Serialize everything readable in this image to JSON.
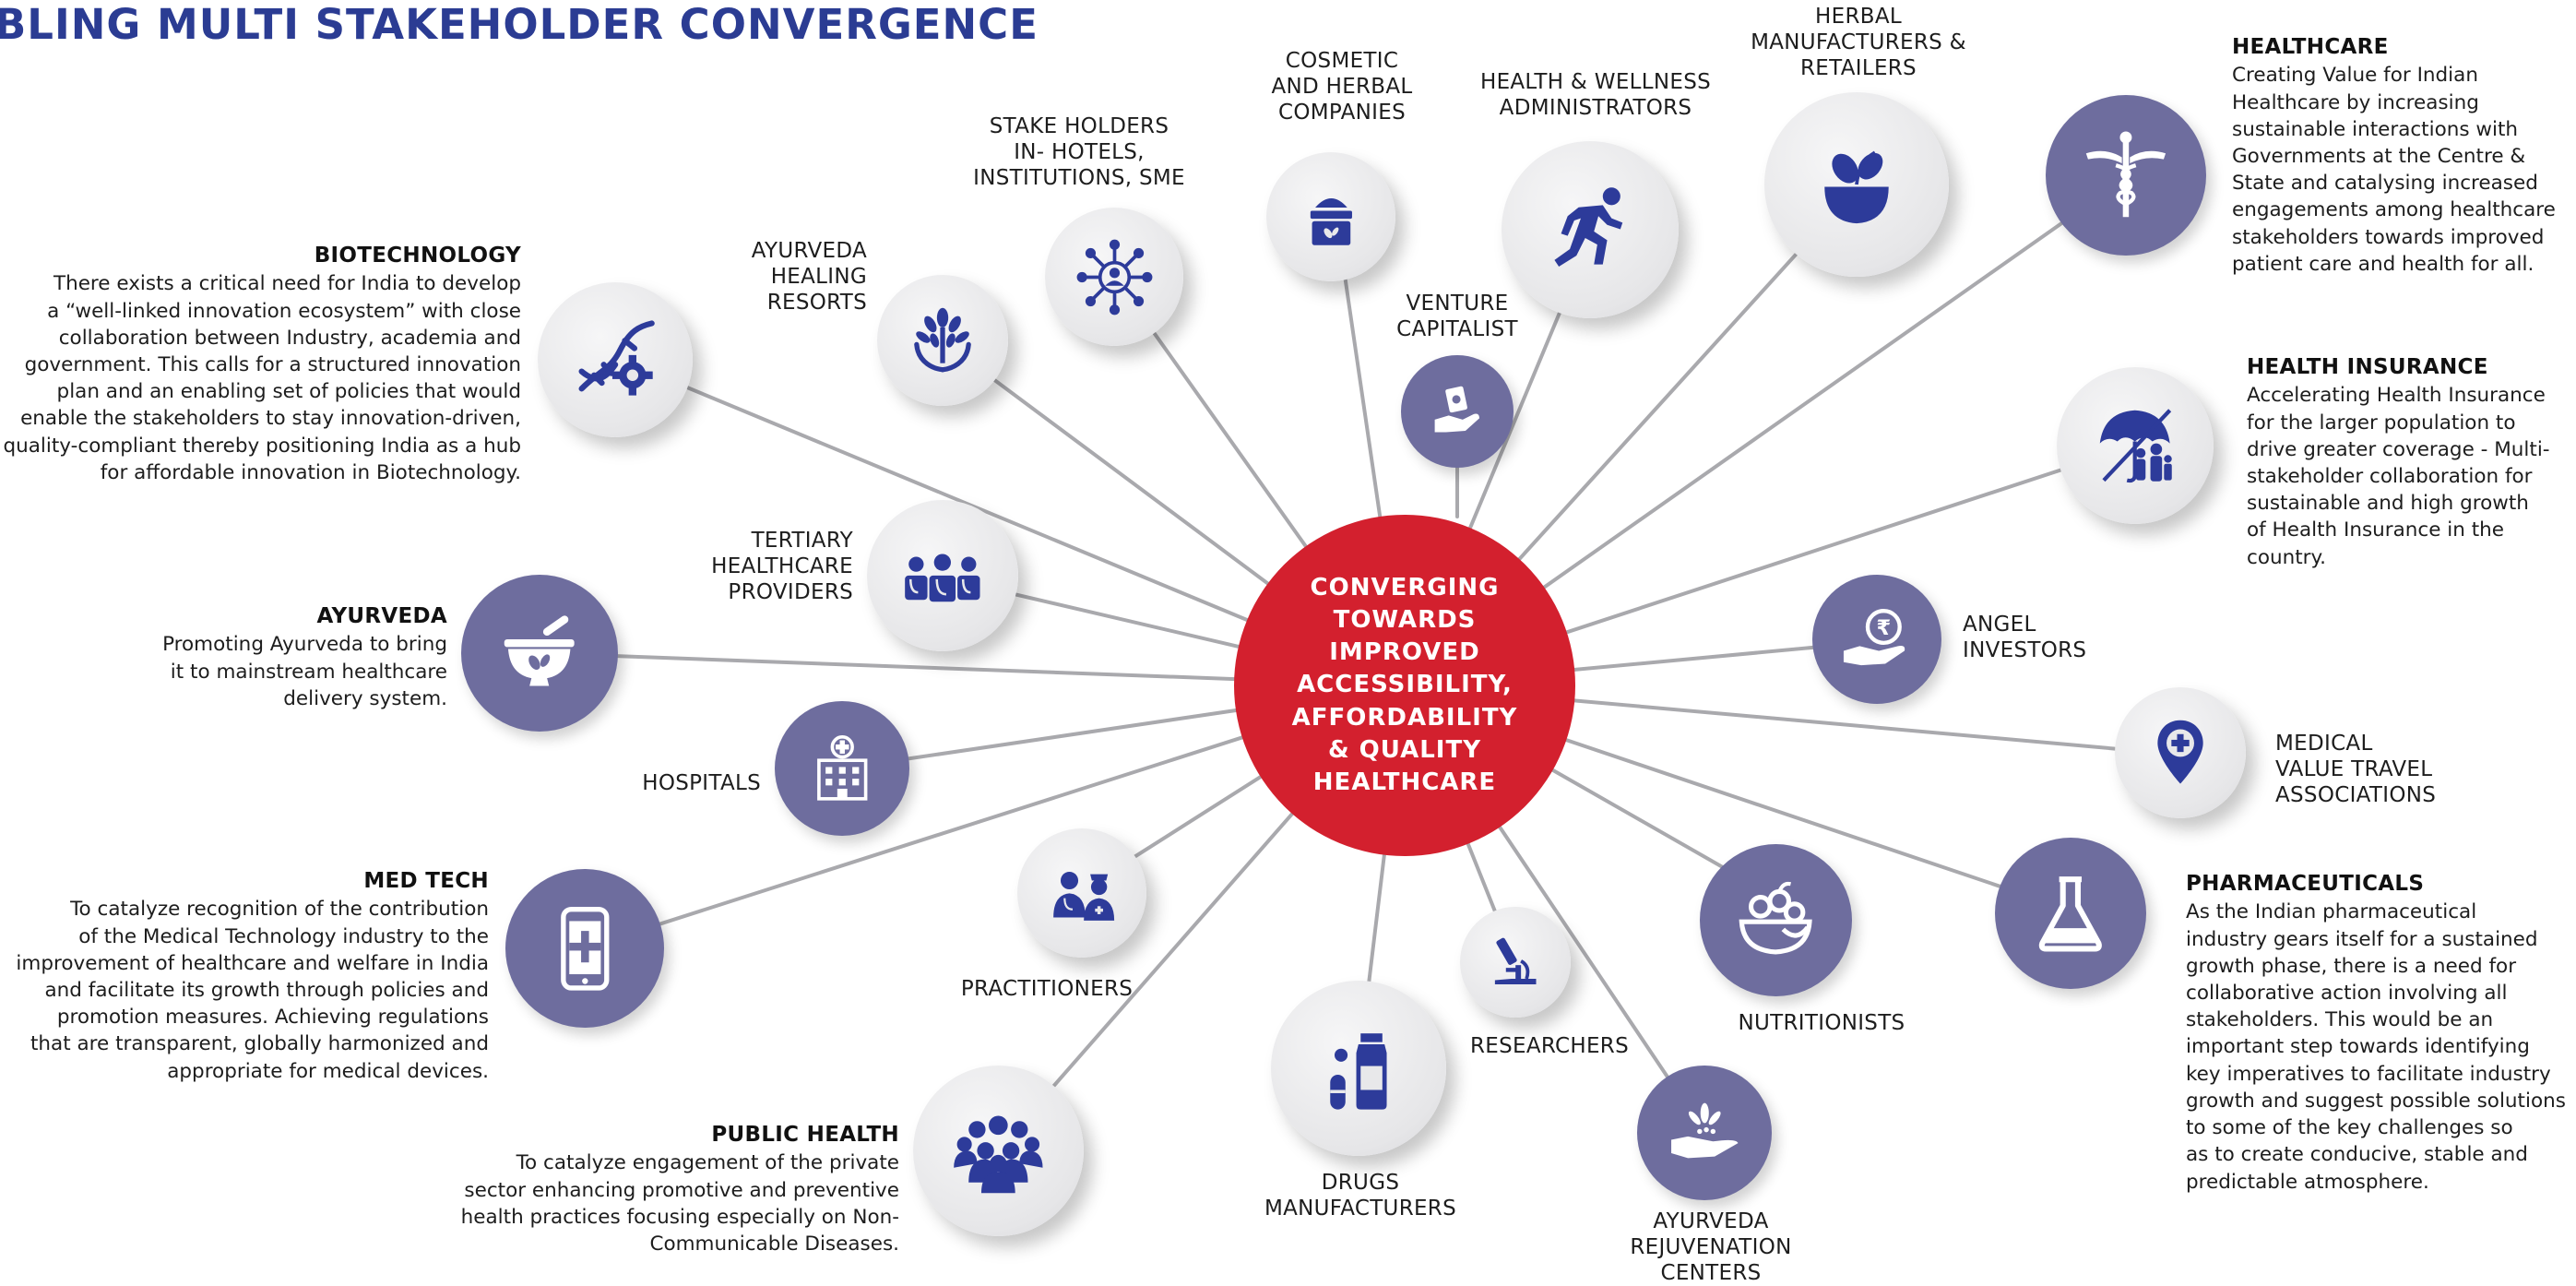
{
  "title": "BLING MULTI STAKEHOLDER CONVERGENCE",
  "center_text": "CONVERGING\nTOWARDS\nIMPROVED\nACCESSIBILITY,\nAFFORDABILITY\n& QUALITY\nHEALTHCARE",
  "colors": {
    "title_blue": "#2b3c93",
    "center_red": "#d3202e",
    "purple_node": "#6e6d9e",
    "icon_blue": "#2d3b9a",
    "connector_gray": "#a9a9ad"
  },
  "nodes": {
    "biotechnology": {
      "icon": "dna-gear-icon"
    },
    "ayurveda_healing_resorts": {
      "label": "AYURVEDA\nHEALING\nRESORTS",
      "icon": "plant-hands-icon"
    },
    "stake_holders": {
      "label": "STAKE HOLDERS\nIN- HOTELS,\nINSTITUTIONS, SME",
      "icon": "network-person-icon"
    },
    "cosmetic_herbal": {
      "label": "COSMETIC\nAND HERBAL\nCOMPANIES",
      "icon": "cream-jar-icon"
    },
    "health_wellness": {
      "label": "HEALTH & WELLNESS\nADMINISTRATORS",
      "icon": "runner-icon"
    },
    "herbal_manufacturers": {
      "label": "HERBAL\nMANUFACTURERS &\nRETAILERS",
      "icon": "herb-bowl-icon"
    },
    "venture_capitalist": {
      "label": "VENTURE\nCAPITALIST",
      "icon": "money-hand-icon"
    },
    "healthcare": {
      "icon": "caduceus-icon"
    },
    "health_insurance": {
      "icon": "umbrella-family-icon"
    },
    "angel_investors": {
      "label": "ANGEL\nINVESTORS",
      "icon": "rupee-hand-icon"
    },
    "medical_value_travel": {
      "label": "MEDICAL\nVALUE TRAVEL\nASSOCIATIONS",
      "icon": "location-pin-icon"
    },
    "tertiary_healthcare": {
      "label": "TERTIARY\nHEALTHCARE\nPROVIDERS",
      "icon": "doctors-group-icon"
    },
    "ayurveda": {
      "icon": "mortar-pestle-icon"
    },
    "hospitals": {
      "label": "HOSPITALS",
      "icon": "hospital-building-icon"
    },
    "practitioners": {
      "label": "PRACTITIONERS",
      "icon": "doctor-nurse-icon"
    },
    "med_tech": {
      "icon": "medical-phone-icon"
    },
    "public_health": {
      "icon": "crowd-icon"
    },
    "drugs_manufacturers": {
      "label": "DRUGS\nMANUFACTURERS",
      "icon": "medicine-bottle-icon"
    },
    "researchers": {
      "label": "RESEARCHERS",
      "icon": "microscope-icon"
    },
    "ayurveda_rejuvenation": {
      "label": "AYURVEDA\nREJUVENATION\nCENTERS",
      "icon": "leaf-hand-icon"
    },
    "nutritionists": {
      "label": "NUTRITIONISTS",
      "icon": "fruit-bowl-icon"
    },
    "pharmaceuticals": {
      "icon": "flask-icon"
    }
  },
  "blocks": {
    "biotechnology": {
      "heading": "BIOTECHNOLOGY",
      "text": "There exists a critical need for India to develop\na “well-linked innovation ecosystem” with close\ncollaboration between Industry, academia and\ngovernment. This calls for a structured innovation\nplan and an enabling set of policies that would\nenable the stakeholders to stay innovation-driven,\nquality-compliant thereby positioning India as a hub\nfor affordable innovation in Biotechnology."
    },
    "ayurveda": {
      "heading": "AYURVEDA",
      "text": "Promoting Ayurveda to bring\nit to mainstream healthcare\ndelivery system."
    },
    "med_tech": {
      "heading": "MED TECH",
      "text": "To catalyze recognition of the contribution\nof the Medical Technology industry to the\nimprovement of healthcare and welfare in India\nand facilitate its growth through policies and\npromotion measures. Achieving regulations\nthat are transparent, globally harmonized and\nappropriate for medical devices."
    },
    "public_health": {
      "heading": "PUBLIC HEALTH",
      "text": "To catalyze engagement of the private\nsector enhancing promotive and preventive\nhealth practices focusing especially on Non-\nCommunicable Diseases."
    },
    "healthcare": {
      "heading": "HEALTHCARE",
      "text": "Creating Value for Indian\nHealthcare by increasing\nsustainable interactions with\nGovernments at the Centre &\nState and catalysing increased\nengagements among healthcare\nstakeholders towards improved\npatient care and health for all."
    },
    "health_insurance": {
      "heading": "HEALTH INSURANCE",
      "text": "Accelerating Health Insurance\nfor the larger population to\ndrive greater coverage - Multi-\nstakeholder collaboration for\nsustainable and high growth\nof Health Insurance in the\ncountry."
    },
    "pharmaceuticals": {
      "heading": "PHARMACEUTICALS",
      "text": "As the Indian pharmaceutical\nindustry gears itself for a sustained\ngrowth phase, there is a need for\ncollaborative action involving all\nstakeholders. This would be an\nimportant step towards identifying\nkey imperatives to facilitate industry\ngrowth and suggest possible solutions\nto some of the key challenges so\nas to create conducive, stable and\npredictable atmosphere."
    }
  }
}
